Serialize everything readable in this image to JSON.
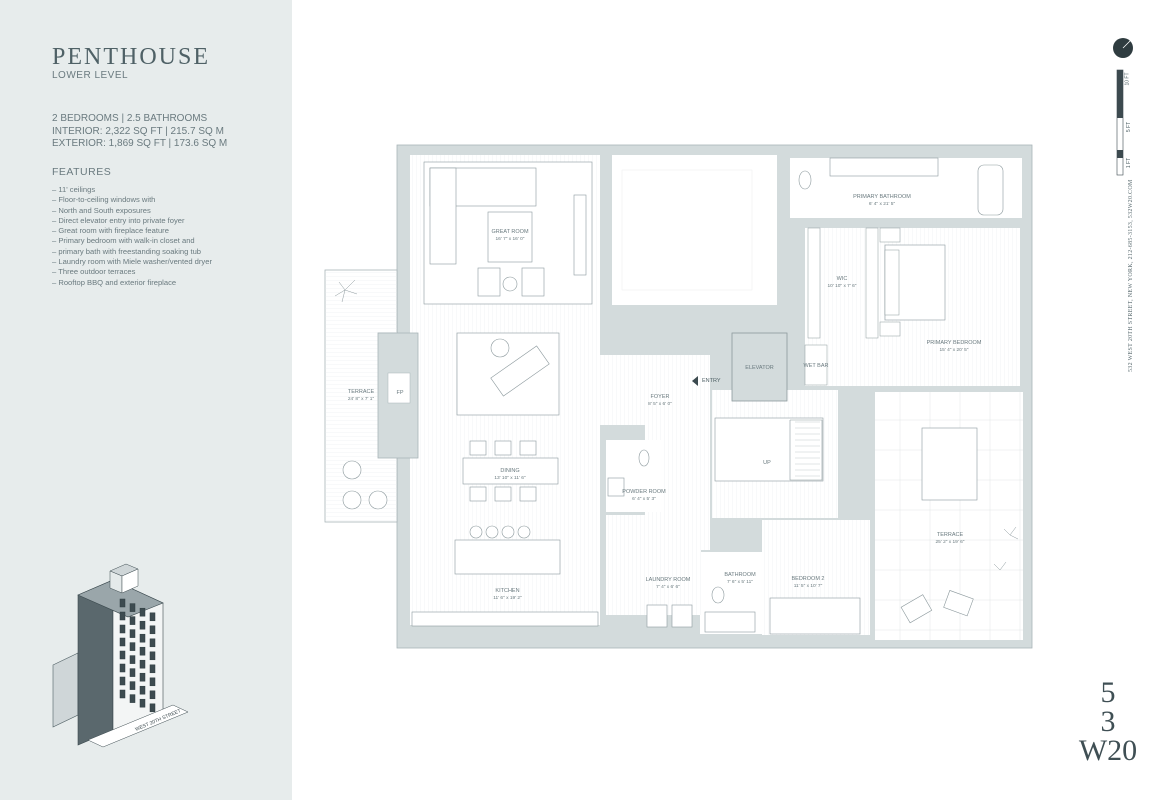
{
  "heading": {
    "title": "PENTHOUSE",
    "subtitle": "LOWER LEVEL"
  },
  "stats": {
    "rooms": "2 BEDROOMS | 2.5 BATHROOMS",
    "interior": "INTERIOR: 2,322 SQ FT | 215.7 SQ M",
    "exterior": "EXTERIOR: 1,869 SQ FT | 173.6 SQ M"
  },
  "features": {
    "heading": "FEATURES",
    "items": [
      "11' ceilings",
      "Floor-to-ceiling windows with",
      "North and South exposures",
      "Direct elevator entry into private foyer",
      "Great room with fireplace feature",
      "Primary bedroom with walk-in closet and",
      "primary bath with freestanding soaking tub",
      "Laundry room with Miele washer/vented dryer",
      "Three outdoor terraces",
      "Rooftop BBQ and exterior fireplace"
    ]
  },
  "building": {
    "street_label": "WEST 20TH STREET"
  },
  "plan": {
    "entry_label": "ENTRY",
    "rooms": {
      "great_room": {
        "name": "GREAT ROOM",
        "dims": "16' 7\" x 16' 0\""
      },
      "terrace_west": {
        "name": "TERRACE",
        "dims": "24' 8\" x 7' 1\""
      },
      "fireplace": {
        "name": "FP"
      },
      "dining": {
        "name": "DINING",
        "dims": "13' 10\" x 11' 6\""
      },
      "kitchen": {
        "name": "KITCHEN",
        "dims": "11' 6\" x 19' 2\""
      },
      "foyer": {
        "name": "FOYER",
        "dims": "8' 5\" x 6' 0\""
      },
      "elevator": {
        "name": "ELEVATOR"
      },
      "powder_room": {
        "name": "POWDER ROOM",
        "dims": "6' 4\" x 5' 3\""
      },
      "laundry_room": {
        "name": "LAUNDRY ROOM",
        "dims": "7' 4\" x 6' 6\""
      },
      "bathroom": {
        "name": "BATHROOM",
        "dims": "7' 6\" x 5' 11\""
      },
      "bedroom2": {
        "name": "BEDROOM 2",
        "dims": "11' 5\" x 10' 7\""
      },
      "primary_bathroom": {
        "name": "PRIMARY BATHROOM",
        "dims": "6' 4\" x 21' 5\""
      },
      "wic": {
        "name": "WIC",
        "dims": "10' 10\" x 7' 6\""
      },
      "wet_bar": {
        "name": "WET BAR"
      },
      "primary_bedroom": {
        "name": "PRIMARY BEDROOM",
        "dims": "15' 4\" x 20' 5\""
      },
      "terrace_south": {
        "name": "TERRACE",
        "dims": "25' 2\" x 19' 6\""
      },
      "stair_up": {
        "name": "UP"
      }
    }
  },
  "scale": {
    "labels": [
      "10 FT",
      "5 FT",
      "1 FT"
    ]
  },
  "address": "532 WEST 20TH STREET, NEW YORK, 212-685-3153, 532W20.COM",
  "brand": {
    "line1": "5",
    "line2": "3",
    "line3": "W20"
  },
  "colors": {
    "sidebar": "#e7ecec",
    "wall": "#d3dbdc",
    "wall_stroke": "#a9b5b8",
    "text": "#5c6d72",
    "furniture": "#ffffff"
  }
}
